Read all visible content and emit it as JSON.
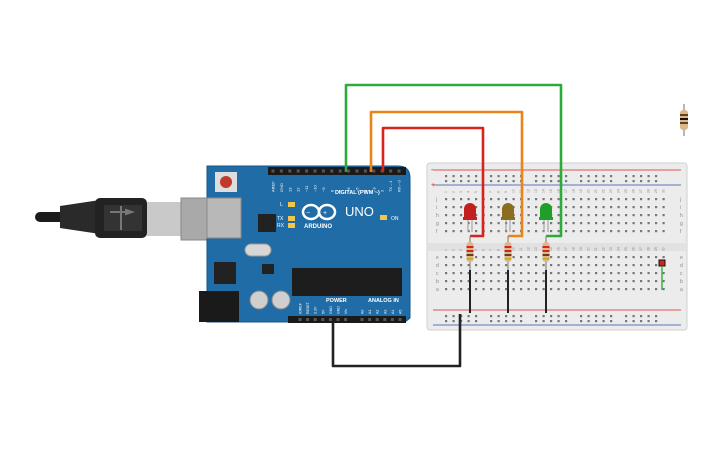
{
  "board": {
    "brand": "ARDUINO",
    "model": "UNO",
    "digital_label": "DIGITAL (PWM ~)",
    "power_label": "POWER",
    "analog_label": "ANALOG IN",
    "on_label": "ON",
    "l_label": "L",
    "tx_label": "TX",
    "rx_label": "RX",
    "digital_pins": [
      "AREF",
      "GND",
      "13",
      "12",
      "~11",
      "~10",
      "~9",
      "8",
      "7",
      "~6",
      "~5",
      "4",
      "~3",
      "2",
      "TX→1",
      "RX←0"
    ],
    "power_pins": [
      "IOREF",
      "RESET",
      "3.3V",
      "5V",
      "GND",
      "GND",
      "Vin"
    ],
    "analog_pins": [
      "A0",
      "A1",
      "A2",
      "A3",
      "A4",
      "A5"
    ]
  },
  "breadboard": {
    "top_rows": [
      "j",
      "i",
      "h",
      "g",
      "f"
    ],
    "bottom_rows": [
      "e",
      "d",
      "c",
      "b",
      "a"
    ],
    "columns": [
      "1",
      "2",
      "3",
      "4",
      "5",
      "6",
      "7",
      "8",
      "9",
      "10",
      "11",
      "12",
      "13",
      "14",
      "15",
      "16",
      "17",
      "18",
      "19",
      "20",
      "21",
      "22",
      "23",
      "24",
      "25",
      "26",
      "27",
      "28",
      "29",
      "30"
    ],
    "plus": "+",
    "minus": "-"
  },
  "leds": [
    {
      "color": "red",
      "hex": "#c21f1f"
    },
    {
      "color": "yellow",
      "hex": "#8a6d1e"
    },
    {
      "color": "green",
      "hex": "#1f9e2a"
    }
  ],
  "wire_colors": {
    "green": "#2eaa3a",
    "orange": "#e8841a",
    "red": "#d6231e",
    "black": "#222222"
  },
  "colors": {
    "board": "#1f6ca7",
    "breadboard": "#ececec"
  }
}
